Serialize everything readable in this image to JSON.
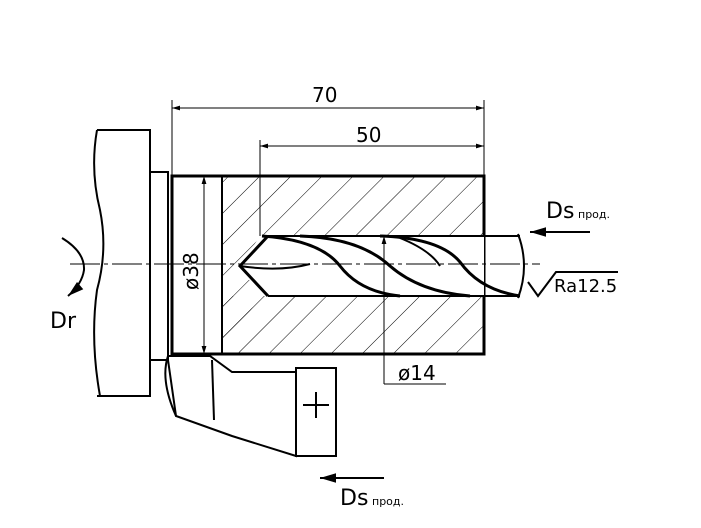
{
  "dimensions": {
    "overall_length": "70",
    "drill_depth": "50",
    "outer_diameter": "ø38",
    "hole_diameter": "ø14"
  },
  "surface_finish": {
    "roughness": "Ra12.5"
  },
  "motions": {
    "rotation": "Dr",
    "feed_drill": {
      "symbol": "Ds",
      "subscript": "прод."
    },
    "feed_tool": {
      "symbol": "Ds",
      "subscript": "прод."
    }
  }
}
